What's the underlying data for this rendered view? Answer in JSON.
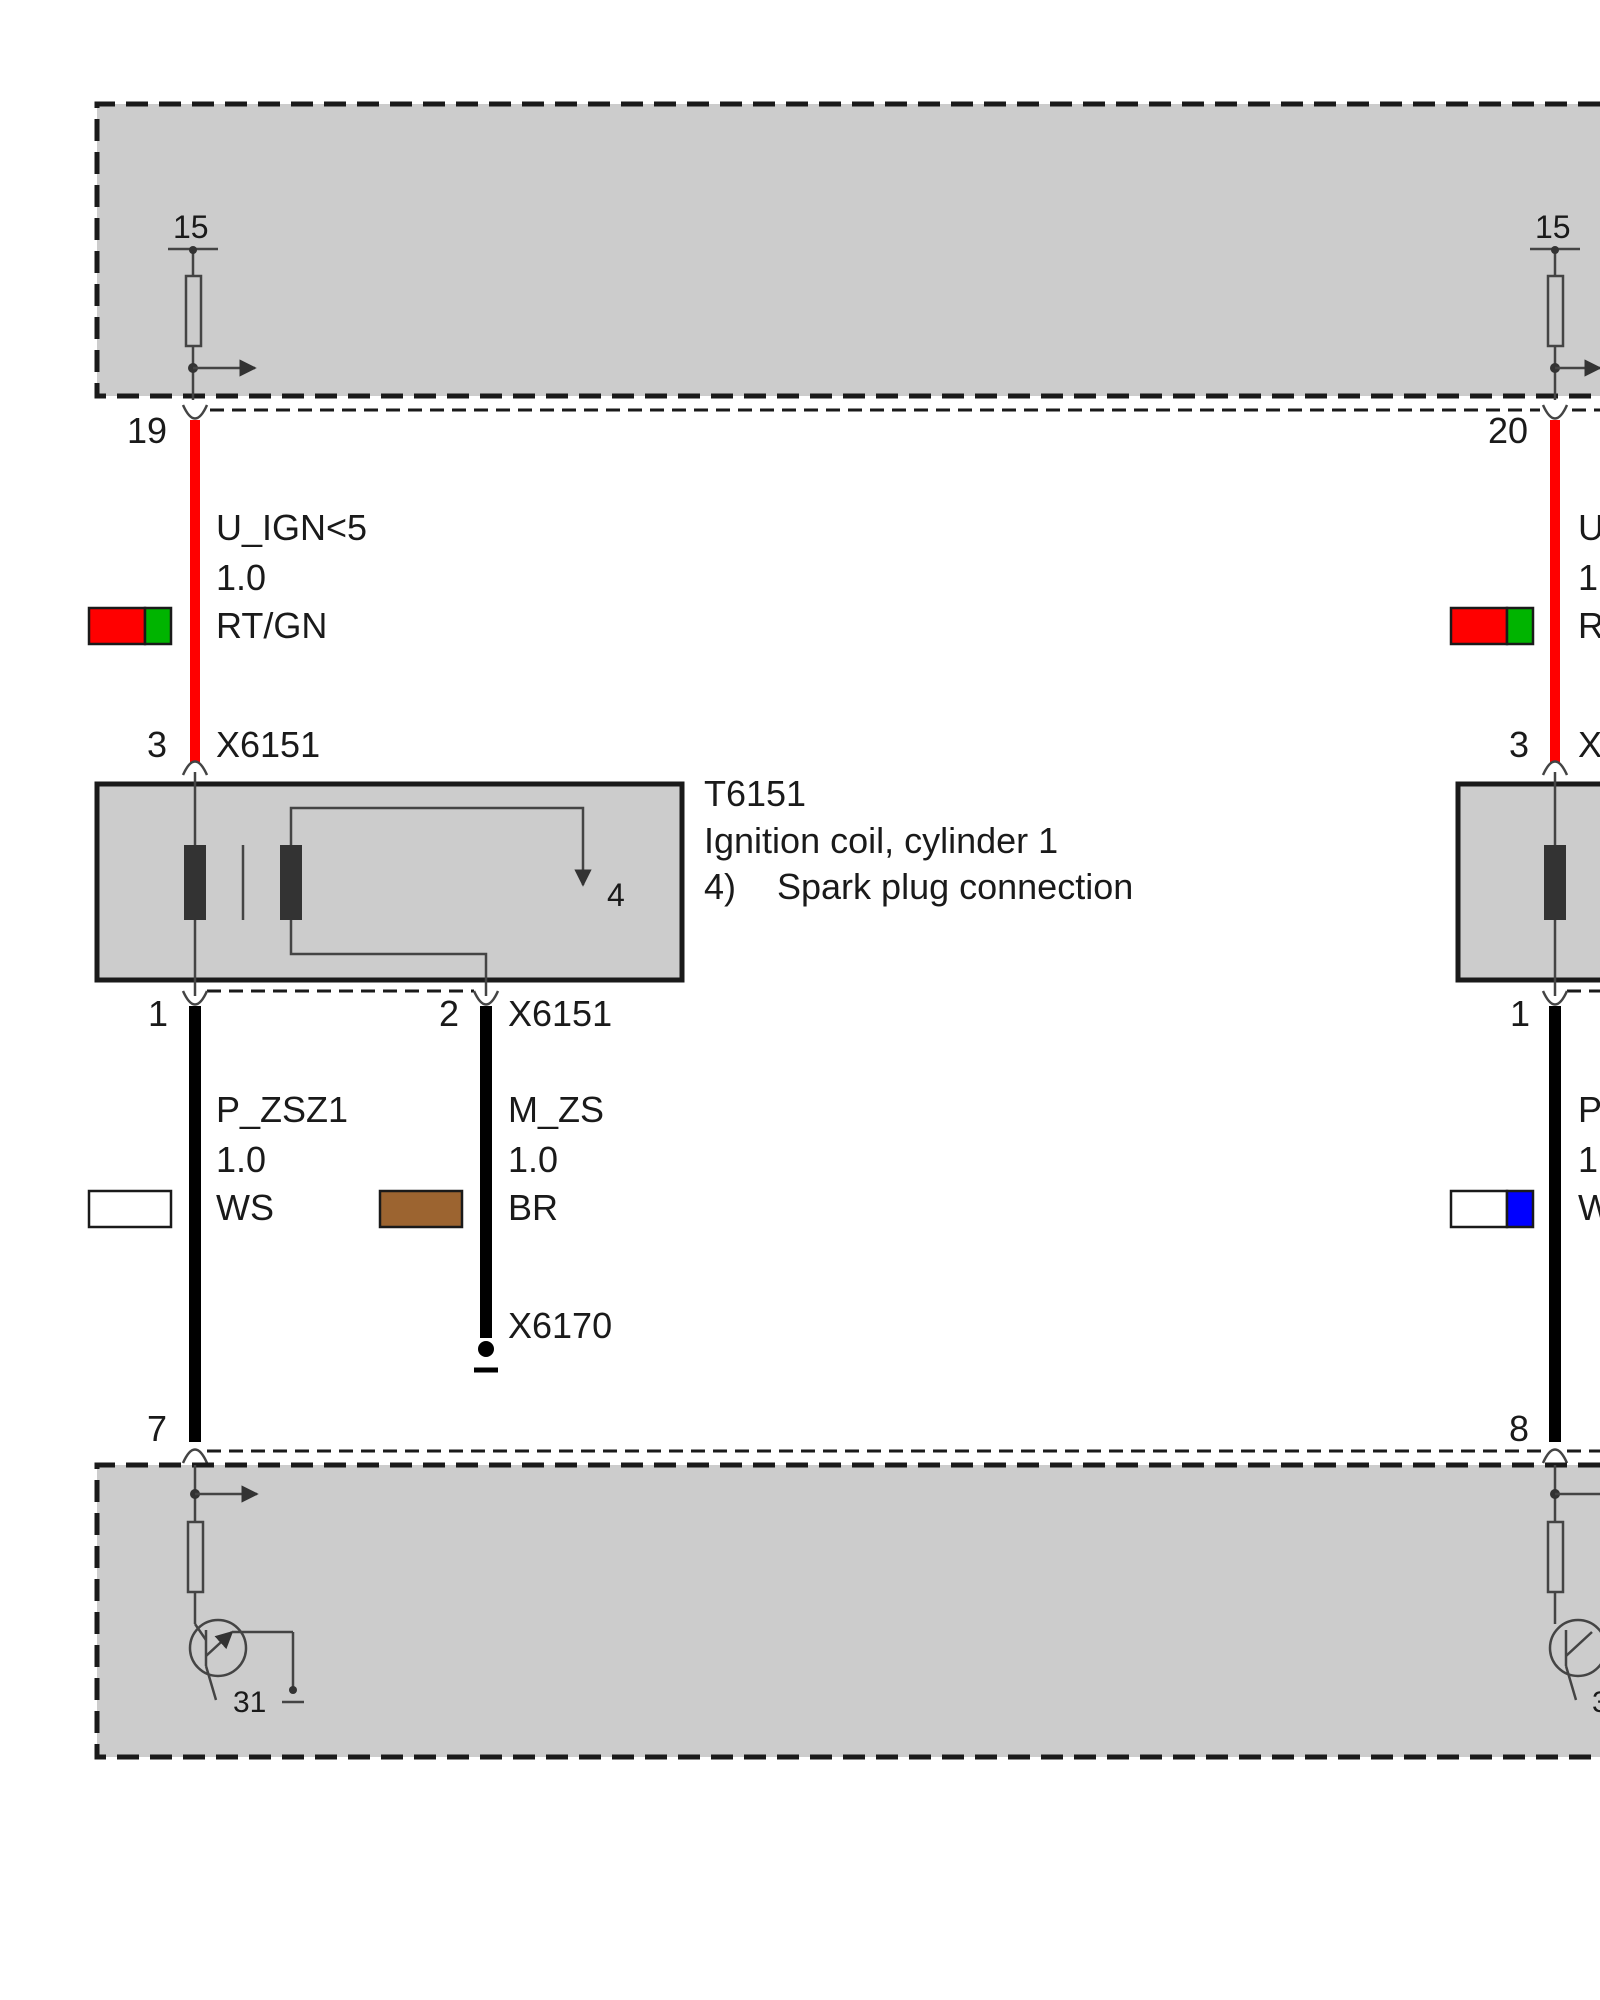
{
  "colors": {
    "panel_fill": "#cccccc",
    "wire_red": "#ff0000",
    "wire_black": "#000000",
    "swatch_red": "#ff0000",
    "swatch_green": "#00b400",
    "swatch_white": "#ffffff",
    "swatch_brown": "#9c6430",
    "swatch_blue": "#0000ff"
  },
  "control_unit_top": {
    "supply_terminal_left": "15",
    "supply_terminal_right": "15"
  },
  "control_unit_bottom": {
    "ground_terminal": "31"
  },
  "left_circuit": {
    "pin_top": "19",
    "wire_top": {
      "signal": "U_IGN<5",
      "size": "1.0",
      "color_code": "RT/GN",
      "swatch_icon": "red-green-color-swatch"
    },
    "connector_top": {
      "pin": "3",
      "name": "X6151"
    },
    "component": {
      "id": "T6151",
      "description": "Ignition coil, cylinder 1",
      "note_number": "4)",
      "note_text": "Spark plug connection",
      "output_pin": "4"
    },
    "connector_bottom": {
      "pin_left": "1",
      "pin_right": "2",
      "name": "X6151"
    },
    "wire_left": {
      "signal": "P_ZSZ1",
      "size": "1.0",
      "color_code": "WS",
      "swatch_icon": "white-color-swatch"
    },
    "wire_right": {
      "signal": "M_ZS",
      "size": "1.0",
      "color_code": "BR",
      "swatch_icon": "brown-color-swatch"
    },
    "ground_point": "X6170",
    "pin_bottom": "7"
  },
  "right_circuit": {
    "pin_top": "20",
    "wire_top": {
      "signal": "U",
      "size": "1",
      "color_code": "R",
      "swatch_icon": "red-green-color-swatch"
    },
    "connector_top": {
      "pin": "3",
      "name": "X"
    },
    "connector_bottom": {
      "pin_left": "1"
    },
    "wire_left": {
      "signal": "P",
      "size": "1",
      "color_code": "W",
      "swatch_icon": "white-blue-color-swatch"
    },
    "pin_bottom": "8",
    "ground_terminal_partial": "3"
  }
}
